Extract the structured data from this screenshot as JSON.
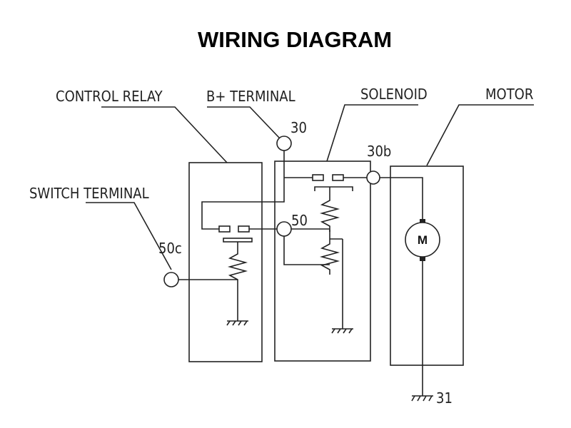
{
  "title": "WIRING DIAGRAM",
  "labels": {
    "control_relay": "CONTROL RELAY",
    "b_plus_terminal": "B+ TERMINAL",
    "solenoid": "SOLENOID",
    "motor": "MOTOR",
    "switch_terminal": "SWITCH TERMINAL"
  },
  "terminals": {
    "t30": "30",
    "t30b": "30b",
    "t50": "50",
    "t50c": "50c",
    "t31": "31"
  },
  "motor_symbol": "M",
  "icons": {
    "ground": "ground-icon",
    "coil": "coil-icon",
    "motor": "motor-icon"
  }
}
